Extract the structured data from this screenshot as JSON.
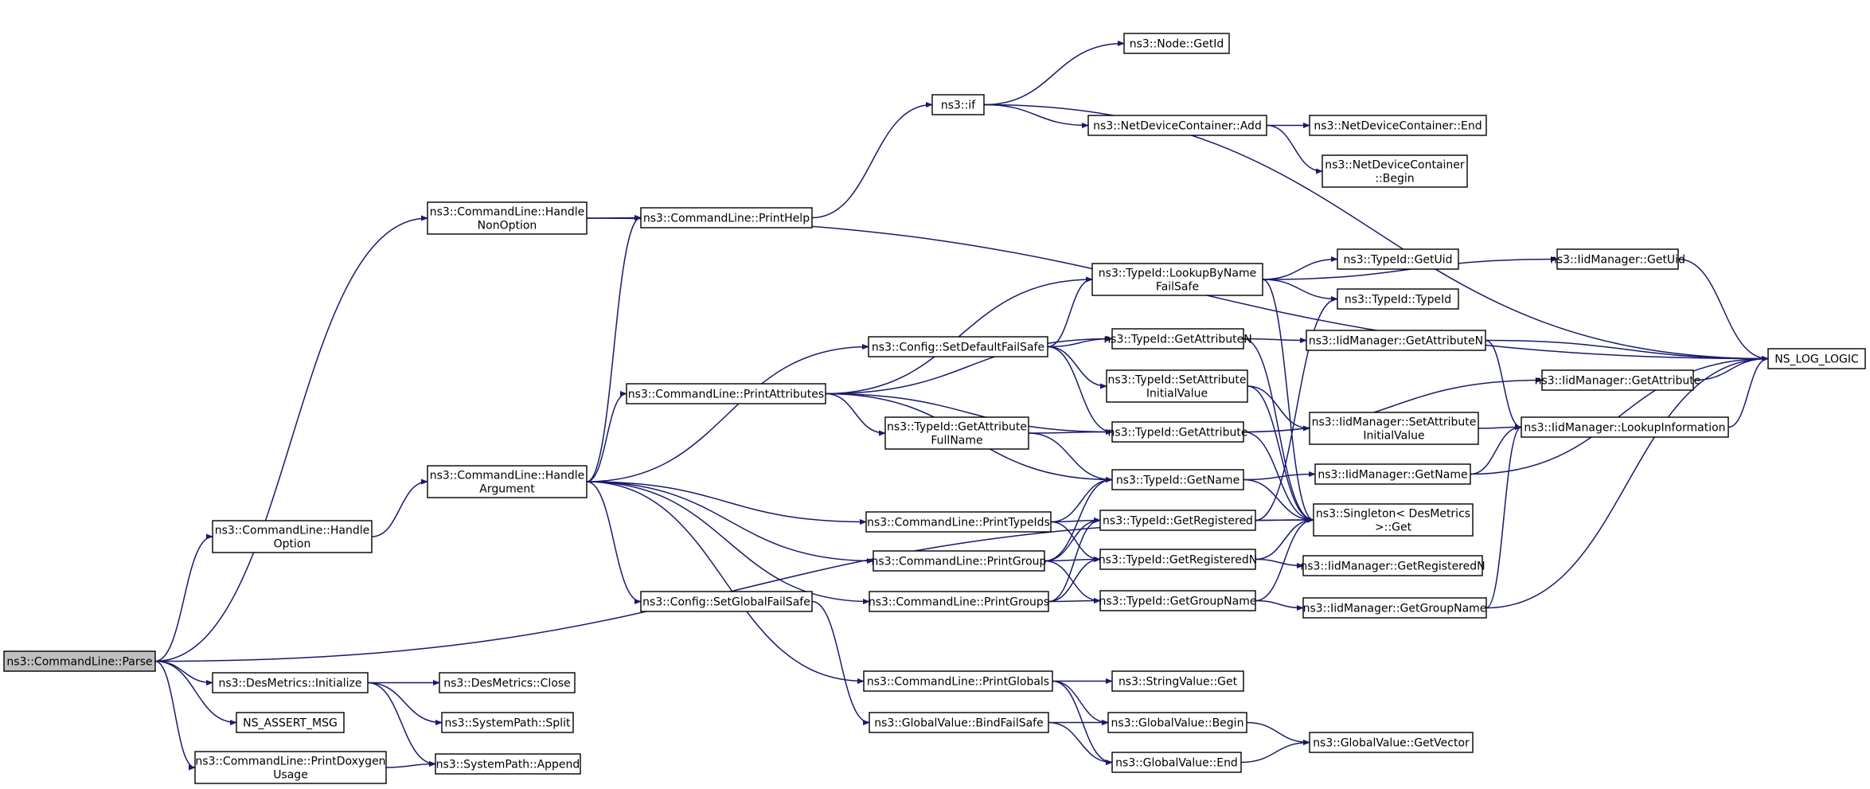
{
  "graph": {
    "edge_color": "#191970",
    "root_fill": "#bfbfbf",
    "nodes": {
      "parse": [
        "ns3::CommandLine::Parse"
      ],
      "handle_nonoption": [
        "ns3::CommandLine::Handle",
        "NonOption"
      ],
      "handle_option": [
        "ns3::CommandLine::Handle",
        "Option"
      ],
      "desmetrics_init": [
        "ns3::DesMetrics::Initialize"
      ],
      "ns_assert_msg": [
        "NS_ASSERT_MSG"
      ],
      "print_doxygen": [
        "ns3::CommandLine::PrintDoxygen",
        "Usage"
      ],
      "print_help": [
        "ns3::CommandLine::PrintHelp"
      ],
      "handle_argument": [
        "ns3::CommandLine::Handle",
        "Argument"
      ],
      "desmetrics_close": [
        "ns3::DesMetrics::Close"
      ],
      "systempath_split": [
        "ns3::SystemPath::Split"
      ],
      "systempath_append": [
        "ns3::SystemPath::Append"
      ],
      "ns3_if": [
        "ns3::if"
      ],
      "print_attributes": [
        "ns3::CommandLine::PrintAttributes"
      ],
      "config_setdefault": [
        "ns3::Config::SetDefaultFailSafe"
      ],
      "print_typeids": [
        "ns3::CommandLine::PrintTypeIds"
      ],
      "print_group": [
        "ns3::CommandLine::PrintGroup"
      ],
      "print_groups": [
        "ns3::CommandLine::PrintGroups"
      ],
      "config_setglobal": [
        "ns3::Config::SetGlobalFailSafe"
      ],
      "print_globals": [
        "ns3::CommandLine::PrintGlobals"
      ],
      "gv_bindfailsafe": [
        "ns3::GlobalValue::BindFailSafe"
      ],
      "typeid_getattr_fullname": [
        "ns3::TypeId::GetAttribute",
        "FullName"
      ],
      "node_getid": [
        "ns3::Node::GetId"
      ],
      "ndc_add": [
        "ns3::NetDeviceContainer::Add"
      ],
      "typeid_lookup": [
        "ns3::TypeId::LookupByName",
        "FailSafe"
      ],
      "typeid_getattrn": [
        "ns3::TypeId::GetAttributeN"
      ],
      "typeid_setattr_init": [
        "ns3::TypeId::SetAttribute",
        "InitialValue"
      ],
      "typeid_getattribute": [
        "ns3::TypeId::GetAttribute"
      ],
      "typeid_getname": [
        "ns3::TypeId::GetName"
      ],
      "typeid_getregistered": [
        "ns3::TypeId::GetRegistered"
      ],
      "typeid_getregisteredn": [
        "ns3::TypeId::GetRegisteredN"
      ],
      "typeid_getgroupname": [
        "ns3::TypeId::GetGroupName"
      ],
      "stringvalue_get": [
        "ns3::StringValue::Get"
      ],
      "gv_begin": [
        "ns3::GlobalValue::Begin"
      ],
      "gv_end": [
        "ns3::GlobalValue::End"
      ],
      "ndc_end": [
        "ns3::NetDeviceContainer::End"
      ],
      "ndc_begin": [
        "ns3::NetDeviceContainer",
        "::Begin"
      ],
      "typeid_getuid": [
        "ns3::TypeId::GetUid"
      ],
      "typeid_typeid": [
        "ns3::TypeId::TypeId"
      ],
      "iid_getattrn": [
        "ns3::IidManager::GetAttributeN"
      ],
      "iid_setattr_init": [
        "ns3::IidManager::SetAttribute",
        "InitialValue"
      ],
      "iid_getname": [
        "ns3::IidManager::GetName"
      ],
      "singleton_get": [
        "ns3::Singleton< DesMetrics",
        ">::Get"
      ],
      "iid_getregisteredn": [
        "ns3::IidManager::GetRegisteredN"
      ],
      "iid_getgroupname": [
        "ns3::IidManager::GetGroupName"
      ],
      "gv_getvector": [
        "ns3::GlobalValue::GetVector"
      ],
      "iid_getuid": [
        "ns3::IidManager::GetUid"
      ],
      "iid_getattribute": [
        "ns3::IidManager::GetAttribute"
      ],
      "iid_lookupinfo": [
        "ns3::IidManager::LookupInformation"
      ],
      "ns_log_logic": [
        "NS_LOG_LOGIC"
      ]
    },
    "edges": [
      [
        "parse",
        "handle_nonoption"
      ],
      [
        "parse",
        "handle_option"
      ],
      [
        "parse",
        "desmetrics_init"
      ],
      [
        "parse",
        "ns_assert_msg"
      ],
      [
        "parse",
        "print_doxygen"
      ],
      [
        "parse",
        "singleton_get"
      ],
      [
        "handle_nonoption",
        "print_help"
      ],
      [
        "handle_nonoption",
        "ns_log_logic"
      ],
      [
        "handle_option",
        "handle_argument"
      ],
      [
        "desmetrics_init",
        "desmetrics_close"
      ],
      [
        "desmetrics_init",
        "systempath_split"
      ],
      [
        "desmetrics_init",
        "systempath_append"
      ],
      [
        "print_doxygen",
        "systempath_append"
      ],
      [
        "print_help",
        "ns3_if"
      ],
      [
        "ns3_if",
        "node_getid"
      ],
      [
        "ns3_if",
        "ndc_add"
      ],
      [
        "ns3_if",
        "ns_log_logic"
      ],
      [
        "ndc_add",
        "ndc_end"
      ],
      [
        "ndc_add",
        "ndc_begin"
      ],
      [
        "handle_argument",
        "print_help"
      ],
      [
        "handle_argument",
        "print_attributes"
      ],
      [
        "handle_argument",
        "config_setdefault"
      ],
      [
        "handle_argument",
        "print_typeids"
      ],
      [
        "handle_argument",
        "print_group"
      ],
      [
        "handle_argument",
        "print_groups"
      ],
      [
        "handle_argument",
        "config_setglobal"
      ],
      [
        "handle_argument",
        "print_globals"
      ],
      [
        "print_attributes",
        "typeid_lookup"
      ],
      [
        "print_attributes",
        "typeid_getattrn"
      ],
      [
        "print_attributes",
        "typeid_getattribute"
      ],
      [
        "print_attributes",
        "typeid_getattr_fullname"
      ],
      [
        "print_attributes",
        "typeid_getname"
      ],
      [
        "config_setdefault",
        "typeid_lookup"
      ],
      [
        "config_setdefault",
        "typeid_getattrn"
      ],
      [
        "config_setdefault",
        "typeid_setattr_init"
      ],
      [
        "config_setdefault",
        "typeid_getattribute"
      ],
      [
        "typeid_getattr_fullname",
        "typeid_getattribute"
      ],
      [
        "typeid_getattr_fullname",
        "typeid_getname"
      ],
      [
        "print_typeids",
        "typeid_getname"
      ],
      [
        "print_typeids",
        "typeid_getregistered"
      ],
      [
        "print_typeids",
        "typeid_getregisteredn"
      ],
      [
        "print_group",
        "typeid_getname"
      ],
      [
        "print_group",
        "typeid_getregistered"
      ],
      [
        "print_group",
        "typeid_getregisteredn"
      ],
      [
        "print_group",
        "typeid_getgroupname"
      ],
      [
        "print_groups",
        "typeid_getregistered"
      ],
      [
        "print_groups",
        "typeid_getregisteredn"
      ],
      [
        "print_groups",
        "typeid_getgroupname"
      ],
      [
        "config_setglobal",
        "gv_bindfailsafe"
      ],
      [
        "print_globals",
        "stringvalue_get"
      ],
      [
        "print_globals",
        "gv_begin"
      ],
      [
        "print_globals",
        "gv_end"
      ],
      [
        "gv_bindfailsafe",
        "gv_begin"
      ],
      [
        "gv_bindfailsafe",
        "gv_end"
      ],
      [
        "gv_begin",
        "gv_getvector"
      ],
      [
        "gv_end",
        "gv_getvector"
      ],
      [
        "typeid_lookup",
        "typeid_getuid"
      ],
      [
        "typeid_lookup",
        "typeid_typeid"
      ],
      [
        "typeid_lookup",
        "iid_getuid"
      ],
      [
        "typeid_lookup",
        "singleton_get"
      ],
      [
        "typeid_getattrn",
        "iid_getattrn"
      ],
      [
        "typeid_getattrn",
        "singleton_get"
      ],
      [
        "typeid_setattr_init",
        "iid_setattr_init"
      ],
      [
        "typeid_setattr_init",
        "singleton_get"
      ],
      [
        "typeid_getattribute",
        "iid_getattribute"
      ],
      [
        "typeid_getattribute",
        "singleton_get"
      ],
      [
        "typeid_getname",
        "iid_getname"
      ],
      [
        "typeid_getname",
        "singleton_get"
      ],
      [
        "typeid_getregistered",
        "typeid_typeid"
      ],
      [
        "typeid_getregistered",
        "singleton_get"
      ],
      [
        "typeid_getregisteredn",
        "iid_getregisteredn"
      ],
      [
        "typeid_getregisteredn",
        "singleton_get"
      ],
      [
        "typeid_getgroupname",
        "iid_getgroupname"
      ],
      [
        "typeid_getgroupname",
        "singleton_get"
      ],
      [
        "iid_getuid",
        "ns_log_logic"
      ],
      [
        "iid_getattrn",
        "ns_log_logic"
      ],
      [
        "iid_getattrn",
        "iid_lookupinfo"
      ],
      [
        "iid_setattr_init",
        "iid_lookupinfo"
      ],
      [
        "iid_getattribute",
        "ns_log_logic"
      ],
      [
        "iid_getname",
        "iid_lookupinfo"
      ],
      [
        "iid_getname",
        "ns_log_logic"
      ],
      [
        "iid_getgroupname",
        "iid_lookupinfo"
      ],
      [
        "iid_getgroupname",
        "ns_log_logic"
      ],
      [
        "iid_lookupinfo",
        "ns_log_logic"
      ]
    ]
  }
}
